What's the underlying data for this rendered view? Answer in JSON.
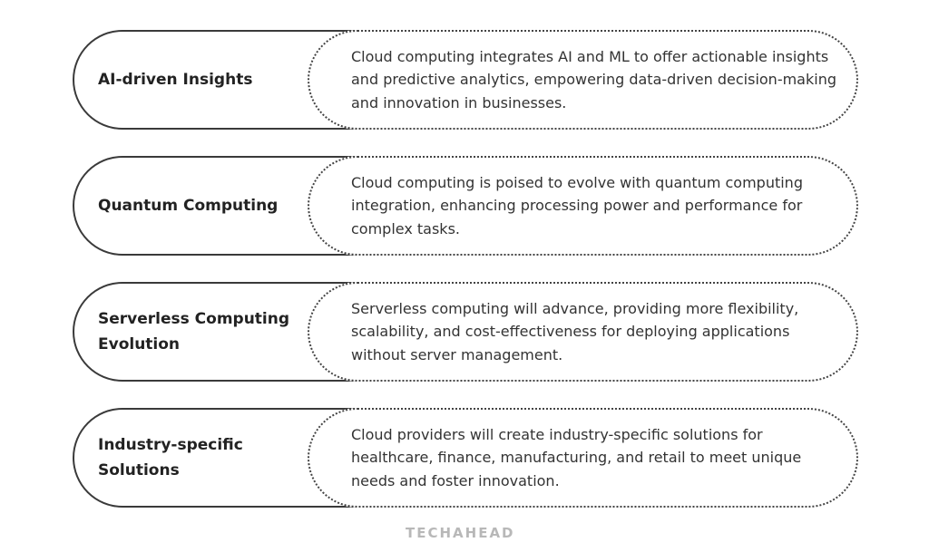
{
  "items": [
    {
      "title": "AI-driven Insights",
      "description": "Cloud computing integrates AI and ML to offer actionable insights and predictive analytics, empowering data-driven decision-making and innovation in businesses."
    },
    {
      "title": "Quantum Computing",
      "description": "Cloud computing is poised to evolve with quantum computing integration, enhancing processing power and performance for complex tasks."
    },
    {
      "title": "Serverless Computing Evolution",
      "description": "Serverless computing will advance, providing more flexibility, scalability, and cost-effectiveness for deploying applications without server management."
    },
    {
      "title": "Industry-specific Solutions",
      "description": "Cloud providers will create industry-specific solutions for healthcare, finance, manufacturing, and retail to meet unique needs and foster innovation."
    }
  ],
  "footer": {
    "logo": "TECHAHEAD"
  },
  "colors": {
    "outline": "#3a3a3a",
    "text": "#222222",
    "logo": "#b8b8b8"
  }
}
